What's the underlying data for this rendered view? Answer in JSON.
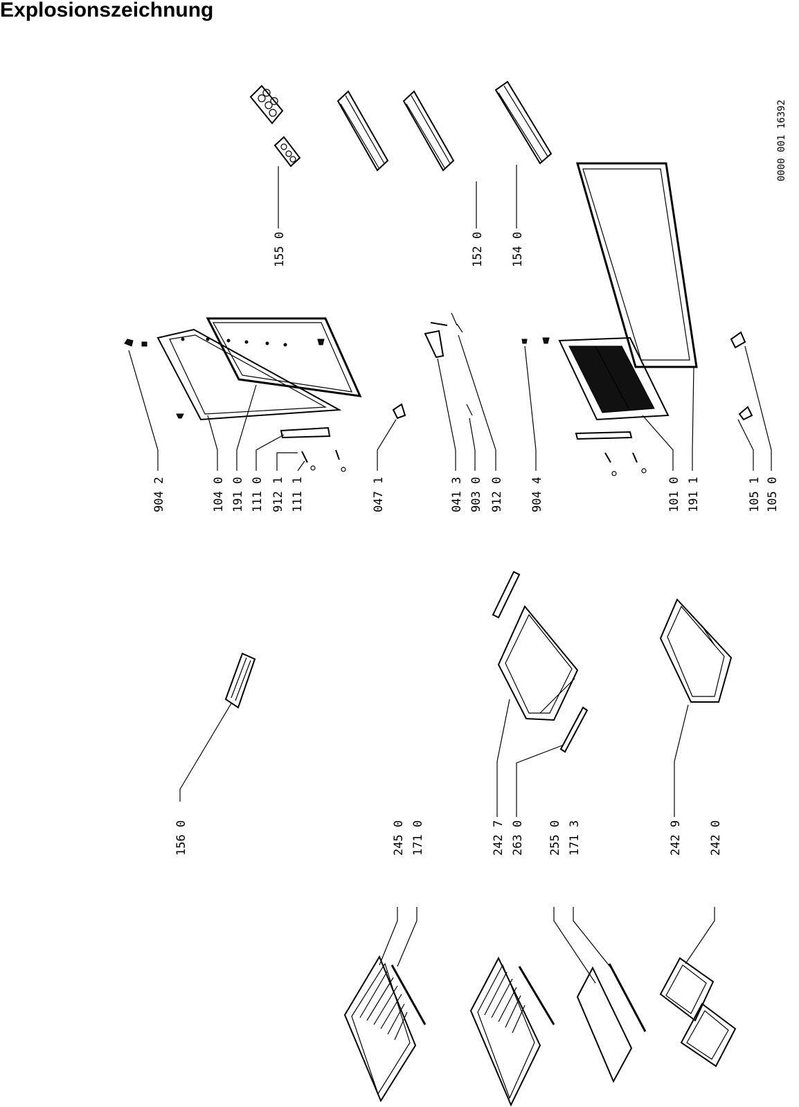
{
  "page": {
    "title": "Explosionszeichnung",
    "document_number": "0000 001 16392"
  },
  "parts": {
    "p1560": "156 0",
    "p2450": "245 0",
    "p1710": "171 0",
    "p2427": "242 7",
    "p2630": "263 0",
    "p2550": "255 0",
    "p1713": "171 3",
    "p2429": "242 9",
    "p2420": "242 0",
    "p9042": "904 2",
    "p1040": "104 0",
    "p1910": "191 0",
    "p1110": "111 0",
    "p9121": "912 1",
    "p1111": "111 1",
    "p0471": "047 1",
    "p0413": "041 3",
    "p9030": "903 0",
    "p9120": "912 0",
    "p9044": "904 4",
    "p1010": "101 0",
    "p1911": "191 1",
    "p1051": "105 1",
    "p1050": "105 0",
    "p1550": "155 0",
    "p1520": "152 0",
    "p1540": "154 0"
  }
}
